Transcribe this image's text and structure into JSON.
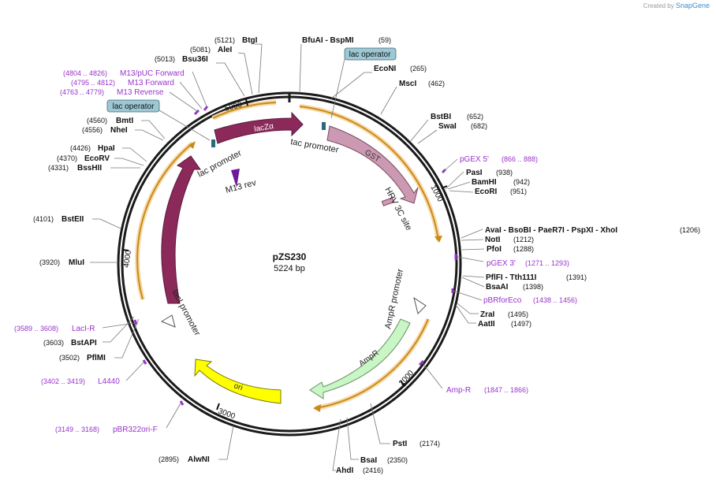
{
  "credit": {
    "prefix": "Created by",
    "brand": "SnapGene"
  },
  "plasmid": {
    "name": "pZS230",
    "length": "5224 bp"
  },
  "colors": {
    "backbone": "#1a1a1a",
    "lacZa": "#8b2a5a",
    "lacI": "#8b2a5a",
    "GST": "#cc99b3",
    "AmpR": "#c8f7c5",
    "ori": "#ffff00",
    "primer": "#9933cc",
    "orf_arrow": "#f0a020",
    "operator": "#9cc7d4"
  },
  "ticks": [
    {
      "label": "1000"
    },
    {
      "label": "2000"
    },
    {
      "label": "3000"
    },
    {
      "label": "4000"
    },
    {
      "label": "5000"
    }
  ],
  "sites": [
    {
      "name": "BtgI",
      "pos": "(5121)"
    },
    {
      "name": "AleI",
      "pos": "(5081)"
    },
    {
      "name": "Bsu36I",
      "pos": "(5013)"
    },
    {
      "name": "BfuAI - BspMI",
      "pos": "(59)"
    },
    {
      "name": "EcoNI",
      "pos": "(265)"
    },
    {
      "name": "MscI",
      "pos": "(462)"
    },
    {
      "name": "BstBI",
      "pos": "(652)"
    },
    {
      "name": "SwaI",
      "pos": "(682)"
    },
    {
      "name": "PasI",
      "pos": "(938)"
    },
    {
      "name": "BamHI",
      "pos": "(942)"
    },
    {
      "name": "EcoRI",
      "pos": "(951)"
    },
    {
      "name": "AvaI - BsoBI - PaeR7I - PspXI - XhoI",
      "pos": "(1206)"
    },
    {
      "name": "NotI",
      "pos": "(1212)"
    },
    {
      "name": "PfoI",
      "pos": "(1288)"
    },
    {
      "name": "PflFI - Tth111I",
      "pos": "(1391)"
    },
    {
      "name": "BsaAI",
      "pos": "(1398)"
    },
    {
      "name": "ZraI",
      "pos": "(1495)"
    },
    {
      "name": "AatII",
      "pos": "(1497)"
    },
    {
      "name": "PstI",
      "pos": "(2174)"
    },
    {
      "name": "BsaI",
      "pos": "(2350)"
    },
    {
      "name": "AhdI",
      "pos": "(2416)"
    },
    {
      "name": "AlwNI",
      "pos": "(2895)"
    },
    {
      "name": "PflMI",
      "pos": "(3502)"
    },
    {
      "name": "BstAPI",
      "pos": "(3603)"
    },
    {
      "name": "MluI",
      "pos": "(3920)"
    },
    {
      "name": "BstEII",
      "pos": "(4101)"
    },
    {
      "name": "BssHII",
      "pos": "(4331)"
    },
    {
      "name": "EcoRV",
      "pos": "(4370)"
    },
    {
      "name": "HpaI",
      "pos": "(4426)"
    },
    {
      "name": "NheI",
      "pos": "(4556)"
    },
    {
      "name": "BmtI",
      "pos": "(4560)"
    }
  ],
  "primers": [
    {
      "name": "M13/pUC Forward",
      "range": "(4804 .. 4826)"
    },
    {
      "name": "M13 Forward",
      "range": "(4795 .. 4812)"
    },
    {
      "name": "M13 Reverse",
      "range": "(4763 .. 4779)"
    },
    {
      "name": "pGEX 5'",
      "range": "(866 .. 888)"
    },
    {
      "name": "pGEX 3'",
      "range": "(1271 .. 1293)"
    },
    {
      "name": "pBRforEco",
      "range": "(1438 .. 1456)"
    },
    {
      "name": "Amp-R",
      "range": "(1847 .. 1866)"
    },
    {
      "name": "LacI-R",
      "range": "(3589 .. 3608)"
    },
    {
      "name": "L4440",
      "range": "(3402 .. 3419)"
    },
    {
      "name": "pBR322ori-F",
      "range": "(3149 .. 3168)"
    }
  ],
  "operators": [
    "lac operator",
    "lac operator"
  ],
  "features": {
    "lacZa": "lacZα",
    "GST": "GST",
    "lacI": "lacI",
    "AmpR": "AmpR",
    "ori": "ori",
    "tac_promoter": "tac promoter",
    "lac_promoter": "lac promoter",
    "m13rev": "M13 rev",
    "hrv": "HRV 3C site",
    "ampr_promoter": "AmpR promoter",
    "laci_promoter": "lacI promoter"
  }
}
